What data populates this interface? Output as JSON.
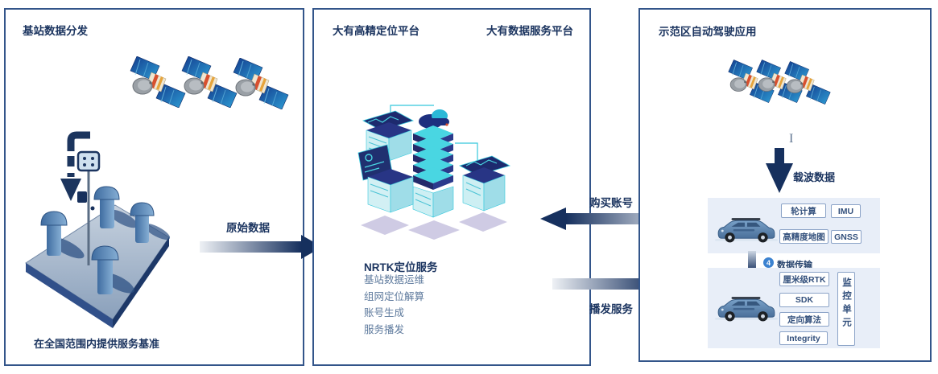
{
  "panels": {
    "left": {
      "title": "基站数据分发",
      "caption": "在全国范围内提供服务基准"
    },
    "middle": {
      "title_positioning": "大有高精定位平台",
      "title_data_service": "大有数据服务平台",
      "service": {
        "heading": "NRTK定位服务",
        "items": [
          "基站数据运维",
          "组网定位解算",
          "账号生成",
          "服务播发"
        ]
      }
    },
    "right": {
      "title": "示范区自动驾驶应用",
      "carrier_label": "载波数据",
      "cursor_glyph": "I",
      "vehicle1_modules": [
        "轮计算",
        "IMU",
        "高精度地图",
        "GNSS"
      ],
      "transfer": {
        "badge": "4",
        "label": "数据传输"
      },
      "vehicle2_modules": [
        "厘米级RTK",
        "SDK",
        "定向算法",
        "Integrity"
      ],
      "monitor_unit": "监控单元"
    }
  },
  "arrows": {
    "raw_data": "原始数据",
    "buy_account": "购买账号",
    "broadcast_service": "播发服务"
  },
  "colors": {
    "navy_text": "#1c3560",
    "arrow_dark": "#16305e",
    "arrow_light": "#eef1f5",
    "list_text": "#5e7a9d",
    "panel_border": "#33558a",
    "module_box_bg": "#e8eef8",
    "chip_border": "#8ba3c7",
    "badge_blue": "#3b82d0",
    "teal": "#35c8dc",
    "lavender_shadow": "#cfcbe4",
    "car_blue": "#5d88b5"
  }
}
